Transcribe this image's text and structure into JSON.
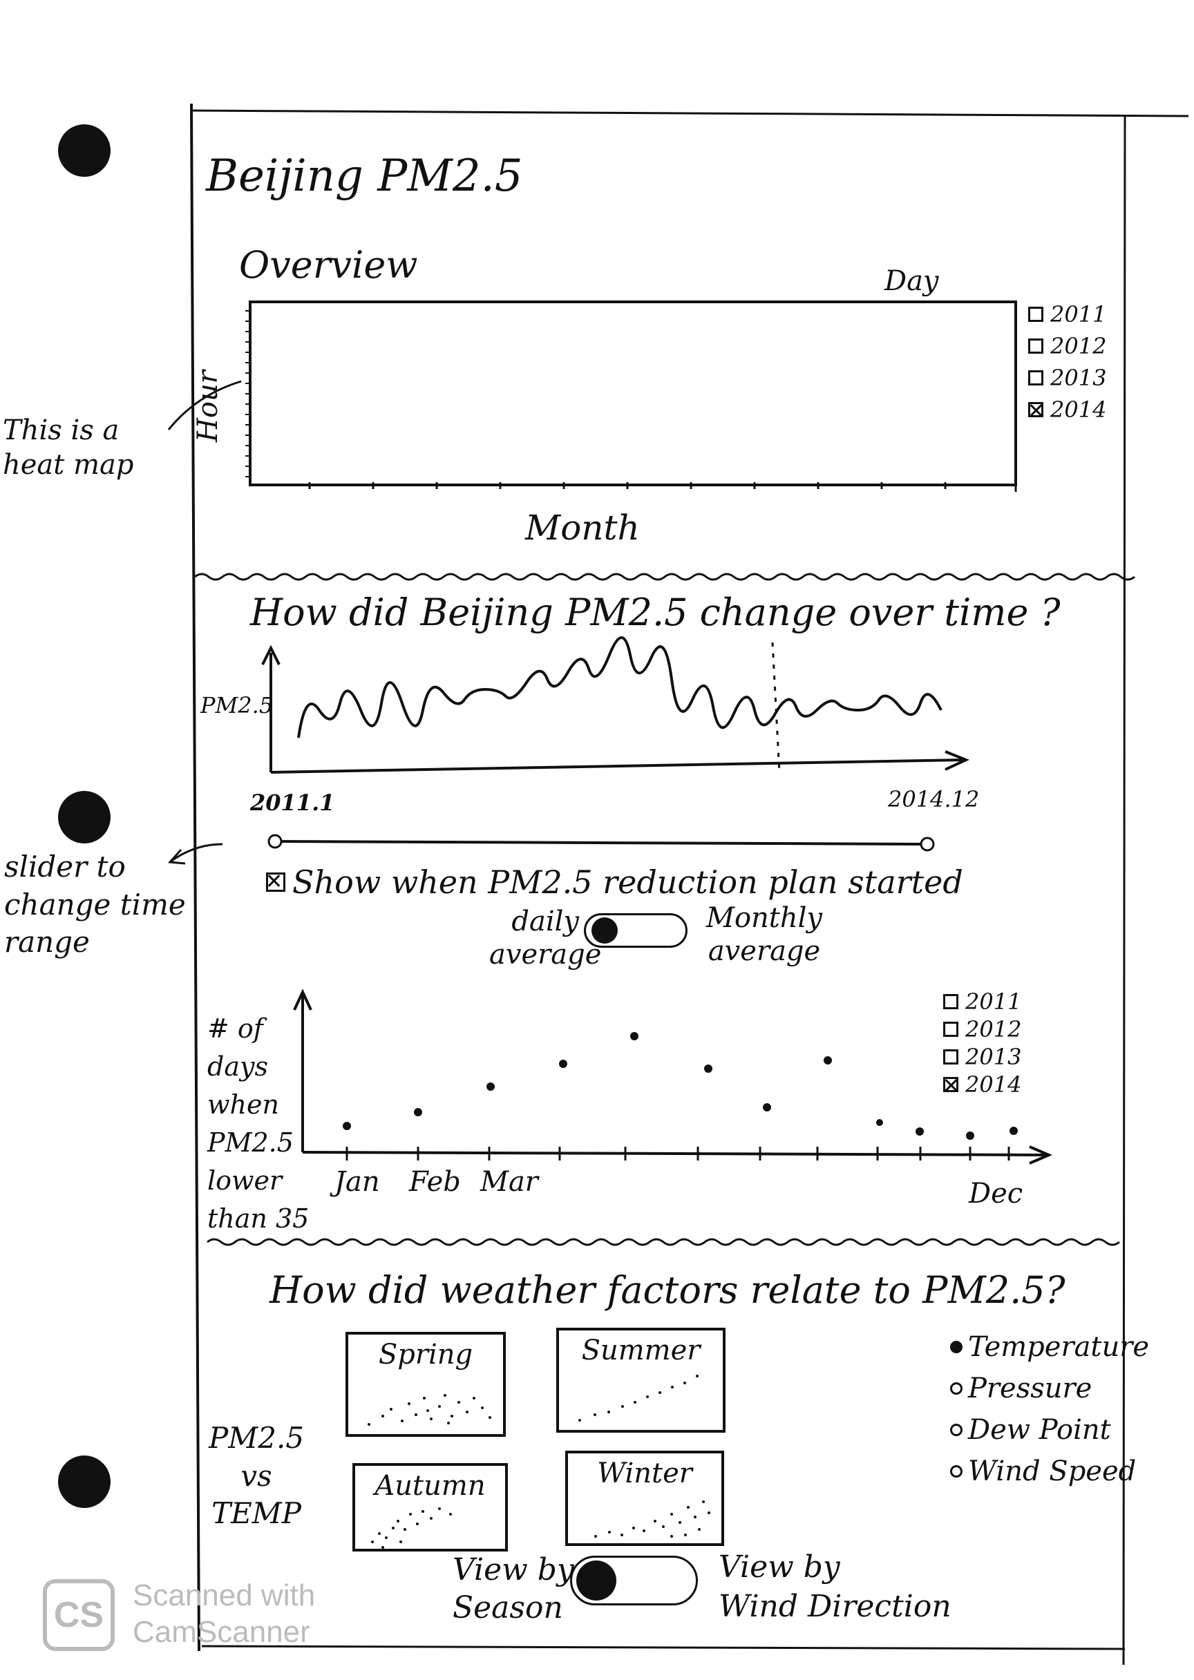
{
  "page": {
    "title": "Beijing PM2.5"
  },
  "overview": {
    "heading": "Overview",
    "x_label": "Month",
    "y_label": "Hour",
    "top_label": "Day",
    "legend": [
      {
        "label": "2011",
        "checked": false
      },
      {
        "label": "2012",
        "checked": false
      },
      {
        "label": "2013",
        "checked": false
      },
      {
        "label": "2014",
        "checked": true
      }
    ],
    "annotation": "This is a heat map"
  },
  "timeline": {
    "heading": "How did Beijing PM2.5 change over time ?",
    "y_label": "PM2.5",
    "start_label": "2011.1",
    "end_label": "2014.12",
    "slider_annotation": [
      "slider to",
      "change time",
      "range"
    ],
    "checkbox_label": "Show when PM2.5 reduction plan started",
    "checkbox_checked": true,
    "toggle_left": [
      "daily",
      "average"
    ],
    "toggle_right": [
      "Monthly",
      "average"
    ]
  },
  "days_chart": {
    "y_label": [
      "# of",
      "days",
      "when",
      "PM2.5",
      "lower",
      "than 35"
    ],
    "x_labels": [
      "Jan",
      "Feb",
      "Mar",
      "Dec"
    ],
    "legend": [
      {
        "label": "2011",
        "checked": false
      },
      {
        "label": "2012",
        "checked": false
      },
      {
        "label": "2013",
        "checked": false
      },
      {
        "label": "2014",
        "checked": true
      }
    ]
  },
  "weather": {
    "heading": "How did weather factors relate to PM2.5?",
    "side_label": [
      "PM2.5",
      "vs",
      "TEMP"
    ],
    "seasons": [
      "Spring",
      "Summer",
      "Autumn",
      "Winter"
    ],
    "factors": [
      {
        "label": "Temperature",
        "selected": true
      },
      {
        "label": "Pressure",
        "selected": false
      },
      {
        "label": "Dew Point",
        "selected": false
      },
      {
        "label": "Wind Speed",
        "selected": false
      }
    ],
    "toggle_left": [
      "View by",
      "Season"
    ],
    "toggle_right": [
      "View by",
      "Wind Direction"
    ]
  },
  "watermark": {
    "logo_text": "CS",
    "text": [
      "Scanned with",
      "CamScanner"
    ]
  }
}
